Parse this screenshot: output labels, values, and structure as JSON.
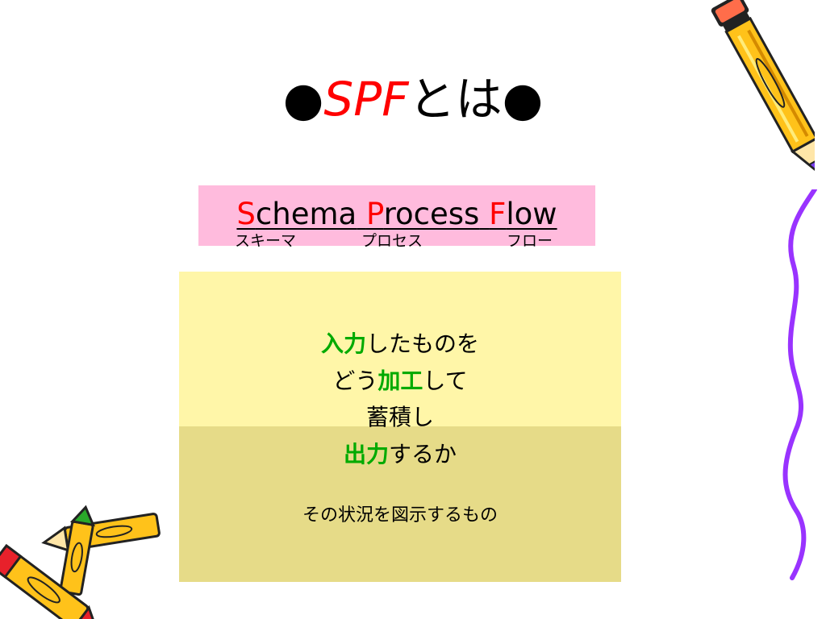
{
  "title": {
    "bullet_left": "●",
    "accent": "SPF",
    "rest": "とは",
    "bullet_right": "●"
  },
  "acronym": {
    "words": [
      {
        "initial": "S",
        "rest": "chema",
        "reading": "スキーマ"
      },
      {
        "initial": "P",
        "rest": "rocess",
        "reading": "プロセス"
      },
      {
        "initial": "F",
        "rest": "low",
        "reading": "フロー"
      }
    ]
  },
  "definition": {
    "line1": {
      "em": "入力",
      "text": "したものを"
    },
    "line2": {
      "pre": "どう",
      "em": "加工",
      "post": "して"
    },
    "line3": "蓄積し",
    "line4": {
      "em": "出力",
      "text": "するか"
    },
    "summary": "その状況を図示するもの"
  },
  "colors": {
    "accent_red": "#ff0000",
    "emphasis_green": "#00aa00",
    "pink_box": "#ffbbdd",
    "yellow_light": "#fff6a8",
    "yellow_dark": "#e6db88",
    "purple_line": "#9933ff"
  },
  "icons": [
    "pencil-icon",
    "crayon-icon",
    "wavy-line-decoration"
  ]
}
